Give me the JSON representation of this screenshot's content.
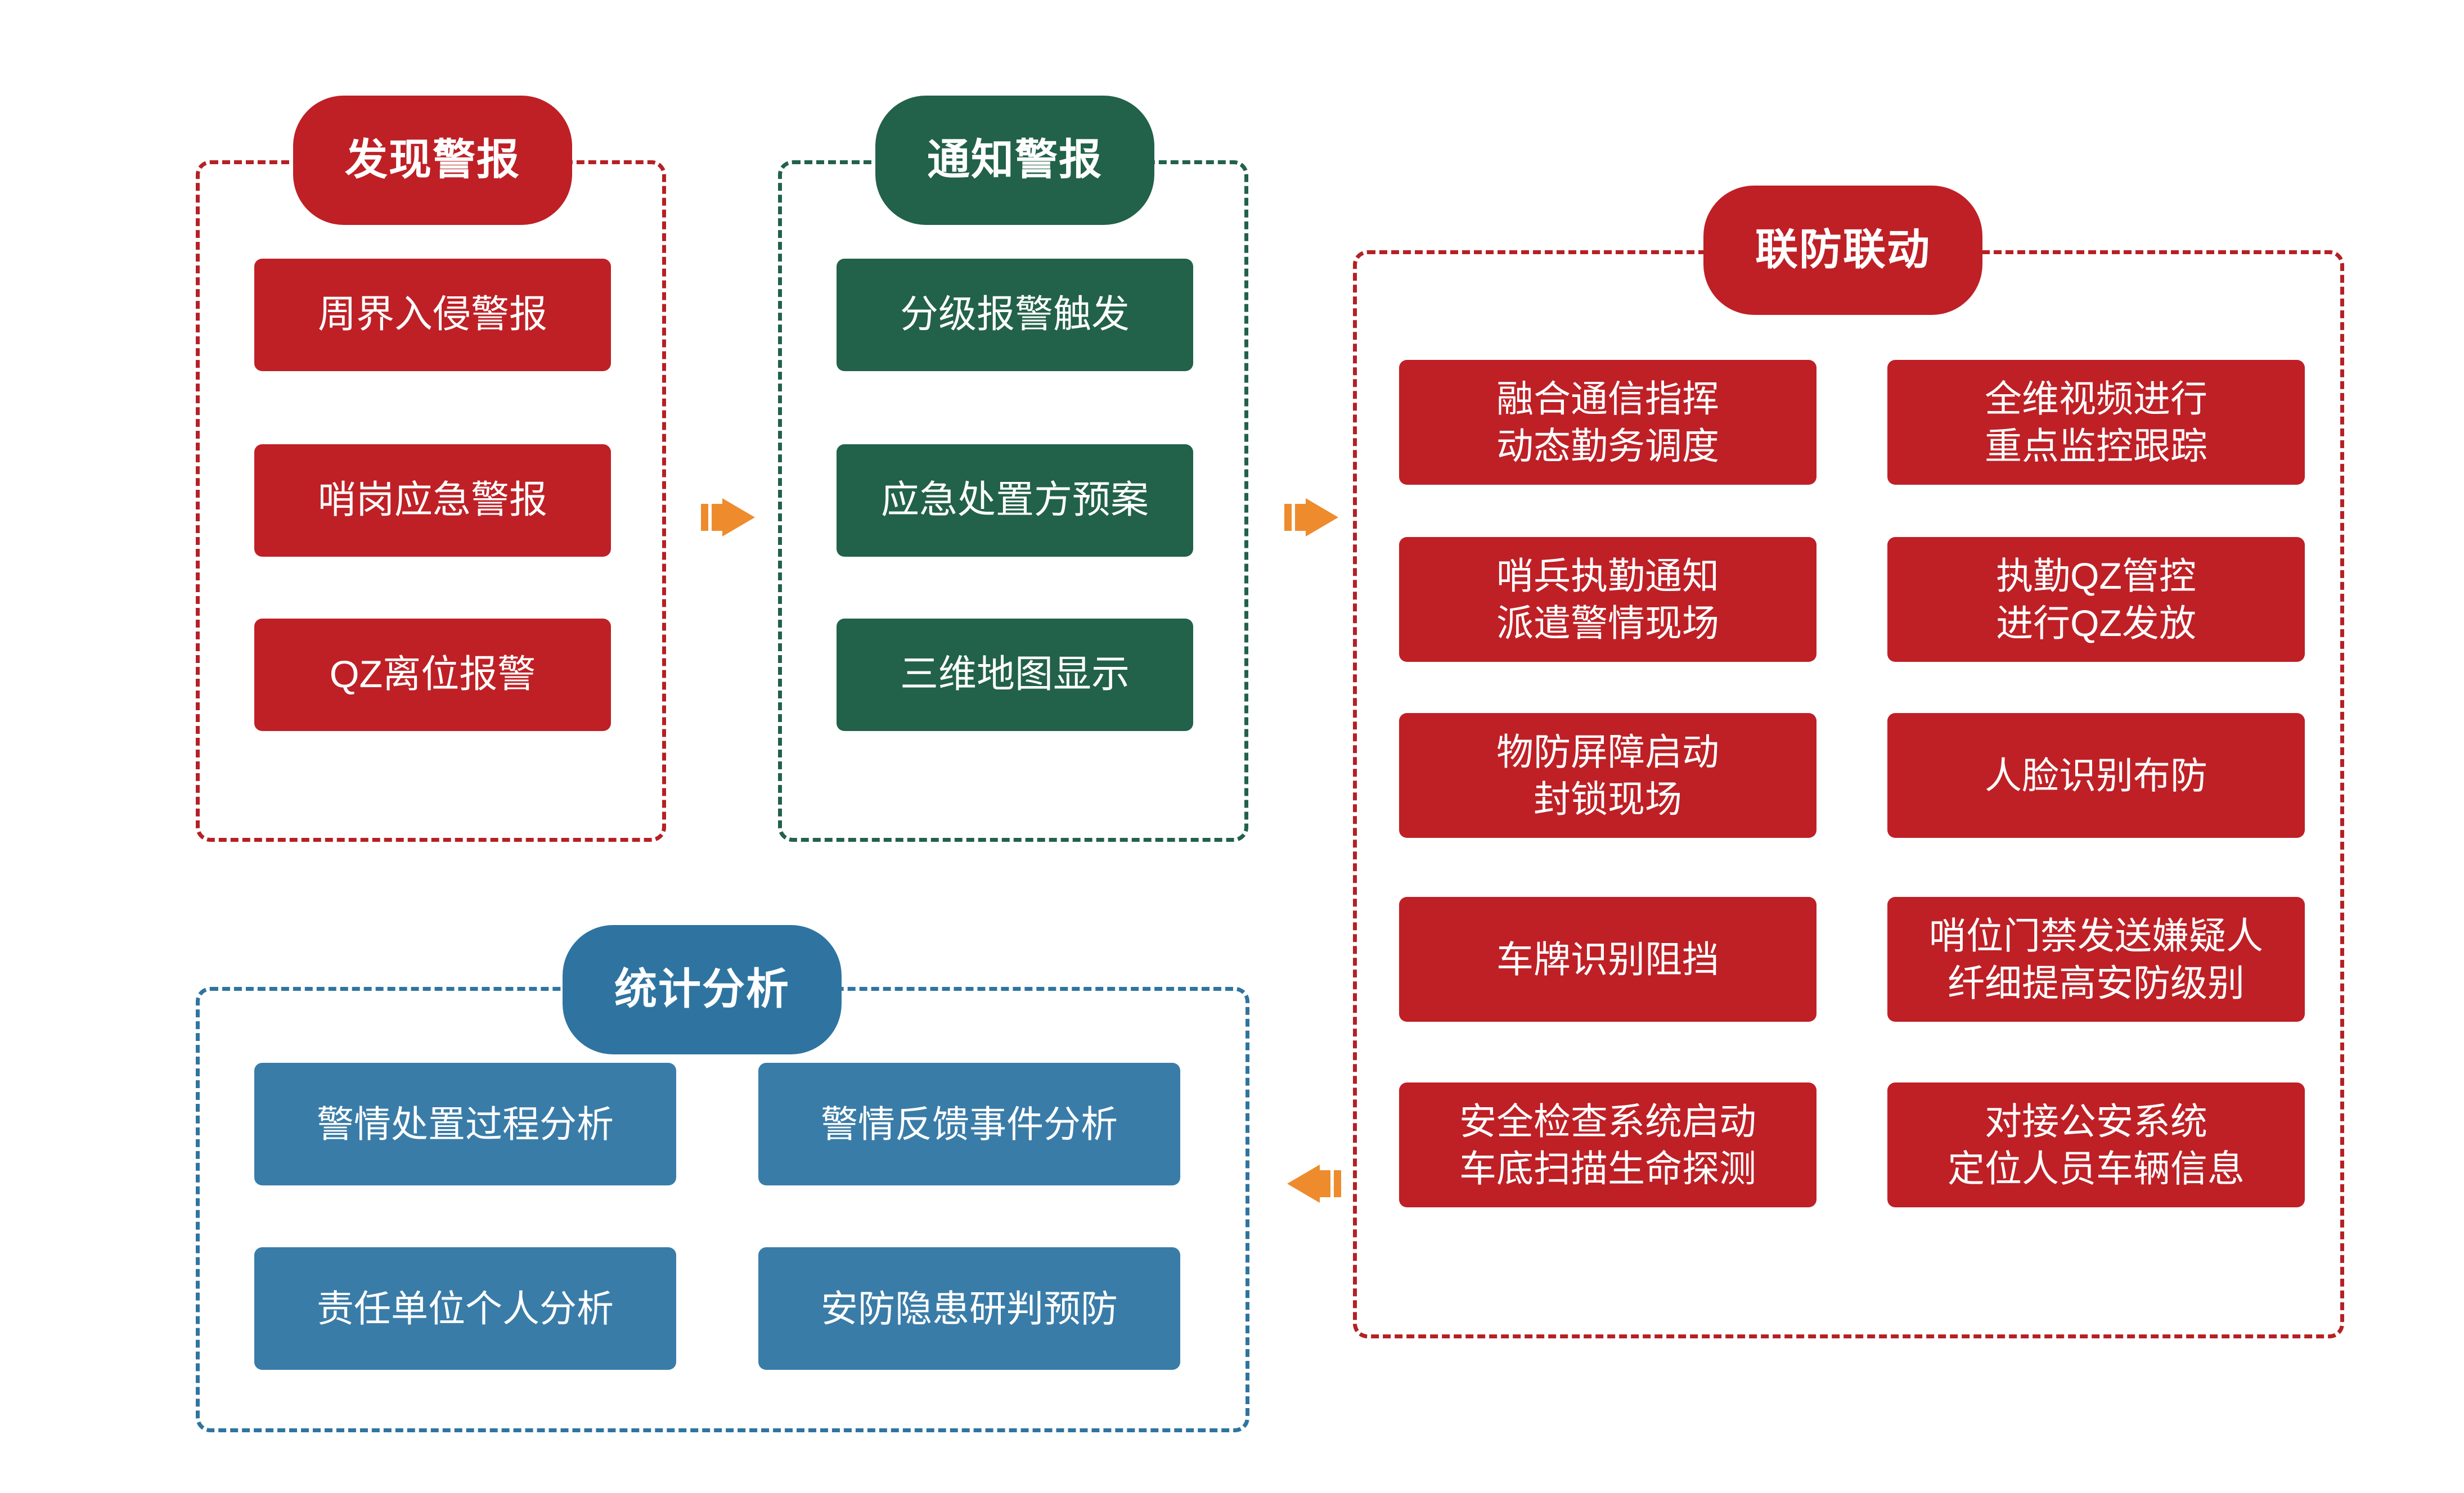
{
  "diagram": {
    "title_colors": {
      "red": "#BE2026",
      "green": "#22614A",
      "blue": "#3A7CA8",
      "arrow_orange": "#EE8B2D",
      "background": "#FFFFFF"
    },
    "sections": [
      {
        "id": "discover-alarm",
        "header": "发现警报",
        "color": "red",
        "items": [
          "周界入侵警报",
          "哨岗应急警报",
          "QZ离位报警"
        ]
      },
      {
        "id": "notify-alarm",
        "header": "通知警报",
        "color": "green",
        "items": [
          "分级报警触发",
          "应急处置方预案",
          "三维地图显示"
        ]
      },
      {
        "id": "joint-defense",
        "header": "联防联动",
        "color": "red",
        "items_left": [
          "融合通信指挥\n动态勤务调度",
          "哨兵执勤通知\n派遣警情现场",
          "物防屏障启动\n封锁现场",
          "车牌识别阻挡",
          "安全检查系统启动\n车底扫描生命探测"
        ],
        "items_right": [
          "全维视频进行\n重点监控跟踪",
          "执勤QZ管控\n进行QZ发放",
          "人脸识别布防",
          "哨位门禁发送嫌疑人\n纤细提高安防级别",
          "对接公安系统\n定位人员车辆信息"
        ]
      },
      {
        "id": "statistics-analysis",
        "header": "统计分析",
        "color": "blue",
        "items_left": [
          "警情处置过程分析",
          "责任单位个人分析"
        ],
        "items_right": [
          "警情反馈事件分析",
          "安防隐患研判预防"
        ]
      }
    ],
    "arrows": [
      {
        "id": "arrow-discover-to-notify",
        "direction": "right"
      },
      {
        "id": "arrow-notify-to-joint",
        "direction": "right"
      },
      {
        "id": "arrow-joint-to-statistics",
        "direction": "left"
      }
    ]
  }
}
